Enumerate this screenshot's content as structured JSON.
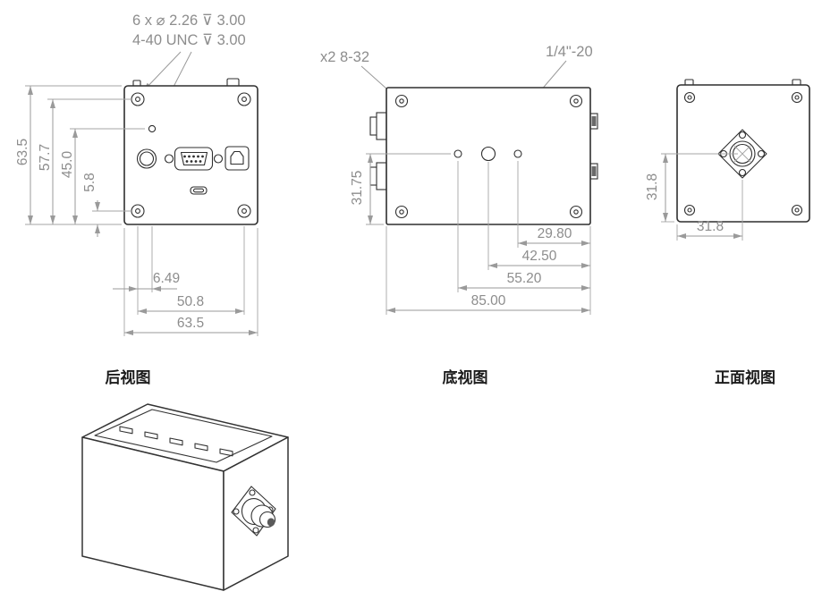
{
  "views": {
    "rear": {
      "label": "后视图",
      "callouts": [
        "6 x ⌀ 2.26 ⊽ 3.00",
        "4-40 UNC ⊽ 3.00"
      ],
      "dims": {
        "left": [
          "63.5",
          "57.7",
          "45.0",
          "5.8"
        ],
        "bottom": [
          "6.49",
          "50.8",
          "63.5"
        ]
      }
    },
    "bottom": {
      "label": "底视图",
      "callouts": [
        "x2 8-32",
        "1/4\"-20"
      ],
      "dims": {
        "left": [
          "31.75"
        ],
        "bottom": [
          "29.80",
          "42.50",
          "55.20",
          "85.00"
        ]
      }
    },
    "front": {
      "label": "正面视图",
      "dims": {
        "left": [
          "31.8"
        ],
        "bottom": [
          "31.8"
        ]
      }
    }
  },
  "colors": {
    "outline": "#2f2f2f",
    "dimension": "#9a9a9a",
    "dim_text": "#8d8d8d",
    "label_text": "#1c1c1c",
    "background": "#ffffff"
  }
}
